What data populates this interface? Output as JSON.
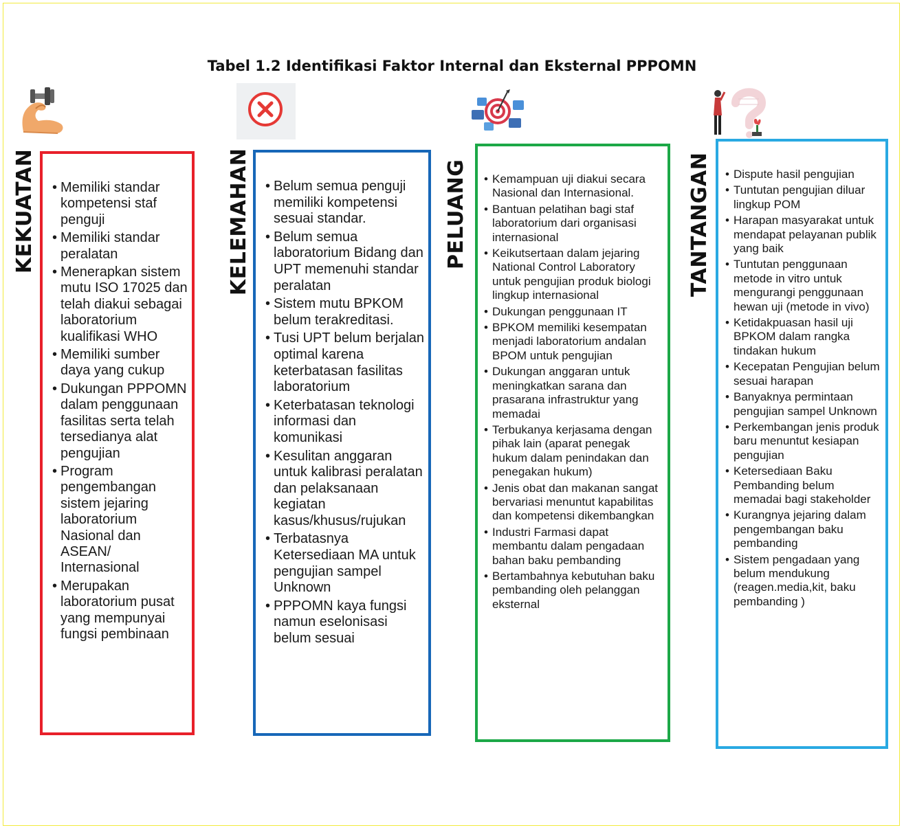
{
  "title": "Tabel 1.2  Identifikasi Faktor Internal dan Eksternal PPPOMN",
  "columns": [
    {
      "label": "KEKUATAN",
      "icon": "flexed-arm-dumbbell-icon",
      "color": "#e8202a",
      "items": [
        "Memiliki standar kompetensi staf penguji",
        "Memiliki standar peralatan",
        "Menerapkan sistem mutu ISO 17025 dan telah diakui sebagai laboratorium kualifikasi WHO",
        "Memiliki sumber daya yang cukup",
        "Dukungan PPPOMN dalam penggunaan fasilitas serta telah tersedianya alat pengujian",
        "Program pengembangan sistem jejaring laboratorium Nasional dan ASEAN/ Internasional",
        "Merupakan laboratorium pusat yang mempunyai fungsi pembinaan"
      ]
    },
    {
      "label": "KELEMAHAN",
      "icon": "red-x-circle-icon",
      "color": "#1767b8",
      "items": [
        "Belum semua penguji memiliki kompetensi sesuai standar.",
        "Belum semua laboratorium Bidang dan UPT memenuhi standar peralatan",
        "Sistem mutu BPKOM belum terakreditasi.",
        "Tusi UPT belum berjalan optimal karena keterbatasan fasilitas laboratorium",
        "Keterbatasan teknologi informasi dan komunikasi",
        "Kesulitan anggaran untuk kalibrasi peralatan dan pelaksanaan kegiatan kasus/khusus/rujukan",
        "Terbatasnya Ketersediaan MA untuk pengujian sampel Unknown",
        "PPPOMN kaya fungsi namun eselonisasi belum sesuai"
      ]
    },
    {
      "label": "PELUANG",
      "icon": "target-puzzle-icon",
      "color": "#1ca847",
      "items": [
        "Kemampuan uji diakui secara Nasional dan Internasional.",
        "Bantuan pelatihan bagi staf laboratorium dari organisasi internasional",
        "Keikutsertaan dalam jejaring National Control Laboratory untuk pengujian produk biologi lingkup internasional",
        "Dukungan penggunaan IT",
        "BPKOM memiliki kesempatan menjadi laboratorium andalan BPOM untuk pengujian",
        "Dukungan anggaran untuk meningkatkan sarana dan prasarana infrastruktur yang memadai",
        "Terbukanya kerjasama dengan pihak lain (aparat penegak hukum dalam penindakan dan penegakan hukum)",
        "Jenis obat dan makanan sangat bervariasi menuntut kapabilitas dan kompetensi dikembangkan",
        "Industri Farmasi dapat membantu dalam pengadaan bahan baku pembanding",
        "Bertambahnya kebutuhan baku pembanding oleh pelanggan eksternal"
      ]
    },
    {
      "label": "TANTANGAN",
      "icon": "person-question-mark-icon",
      "color": "#29a9e2",
      "items": [
        "Dispute  hasil pengujian",
        "Tuntutan pengujian diluar lingkup POM",
        "Harapan masyarakat untuk mendapat pelayanan publik yang baik",
        "Tuntutan penggunaan metode in vitro untuk mengurangi penggunaan hewan uji (metode in vivo)",
        "Ketidakpuasan hasil uji BPKOM dalam rangka tindakan hukum",
        "Kecepatan Pengujian belum sesuai harapan",
        "Banyaknya permintaan pengujian sampel Unknown",
        "Perkembangan jenis produk baru menuntut kesiapan pengujian",
        "Ketersediaan Baku Pembanding belum memadai bagi stakeholder",
        "Kurangnya jejaring dalam pengembangan baku pembanding",
        "Sistem pengadaan yang belum mendukung (reagen.media,kit, baku pembanding )"
      ]
    }
  ]
}
